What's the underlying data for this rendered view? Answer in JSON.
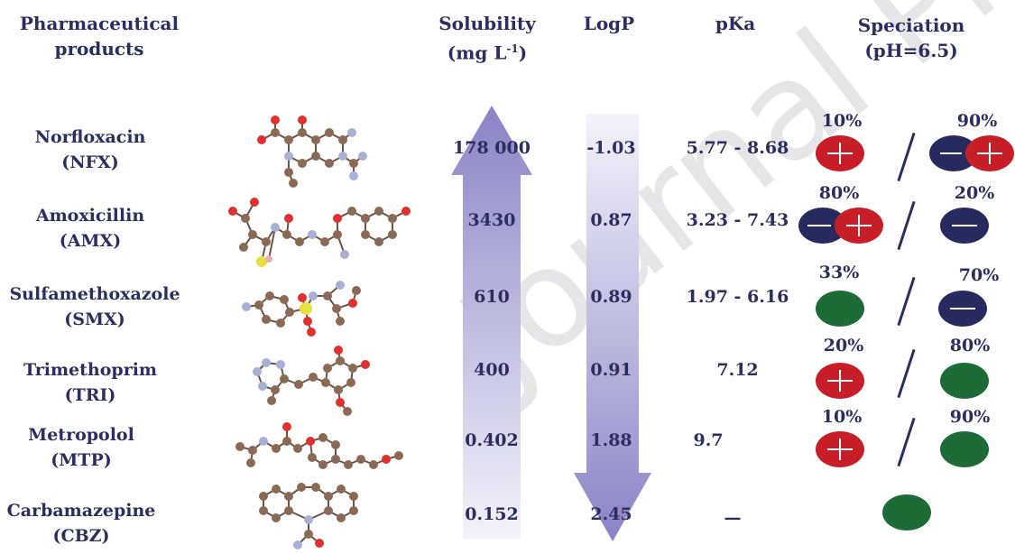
{
  "headers": {
    "products_line1": "Pharmaceutical",
    "products_line2": "products",
    "solubility_line1": "Solubility",
    "solubility_line2": "(mg L",
    "solubility_sup": "-1",
    "solubility_close": ")",
    "logp": "LogP",
    "pka": "pKa",
    "speciation_line1": "Speciation",
    "speciation_line2": "(pH=6.5)"
  },
  "watermark": "Journal Pre-proof",
  "rows": [
    {
      "name": "Norfloxacin",
      "abbr": "(NFX)",
      "solubility": "178 000",
      "logp": "-1.03",
      "pka": "5.77 - 8.68",
      "pct_left": "10%",
      "pct_right": "90%"
    },
    {
      "name": "Amoxicillin",
      "abbr": "(AMX)",
      "solubility": "3430",
      "logp": "0.87",
      "pka": "3.23 - 7.43",
      "pct_left": "80%",
      "pct_right": "20%"
    },
    {
      "name": "Sulfamethoxazole",
      "abbr": "(SMX)",
      "solubility": "610",
      "logp": "0.89",
      "pka": "1.97 - 6.16",
      "pct_left": "33%",
      "pct_right": "70%"
    },
    {
      "name": "Trimethoprim",
      "abbr": "(TRI)",
      "solubility": "400",
      "logp": "0.91",
      "pka": "7.12",
      "pct_left": "20%",
      "pct_right": "80%"
    },
    {
      "name": "Metropolol",
      "abbr": "(MTP)",
      "solubility": "0.402",
      "logp": "1.88",
      "pka": "9.7",
      "pct_left": "10%",
      "pct_right": "90%"
    },
    {
      "name": "Carbamazepine",
      "abbr": "(CBZ)",
      "solubility": "0.152",
      "logp": "2.45",
      "pka": "—",
      "pct_left": "",
      "pct_right": ""
    }
  ],
  "colors": {
    "text": "#2b2e5e",
    "cation": "#c81e28",
    "anion": "#262a5f",
    "neutral": "#1d6b36",
    "arrow": "#8a83c6",
    "atom_carbon": "#8b6a55",
    "atom_oxygen": "#e03030",
    "atom_nitrogen": "#a9b0d6",
    "atom_sulfur": "#e8e040"
  },
  "icons": {
    "cation": "plus-in-red-oval-icon",
    "anion": "minus-in-navy-oval-icon",
    "neutral": "green-oval-icon"
  }
}
